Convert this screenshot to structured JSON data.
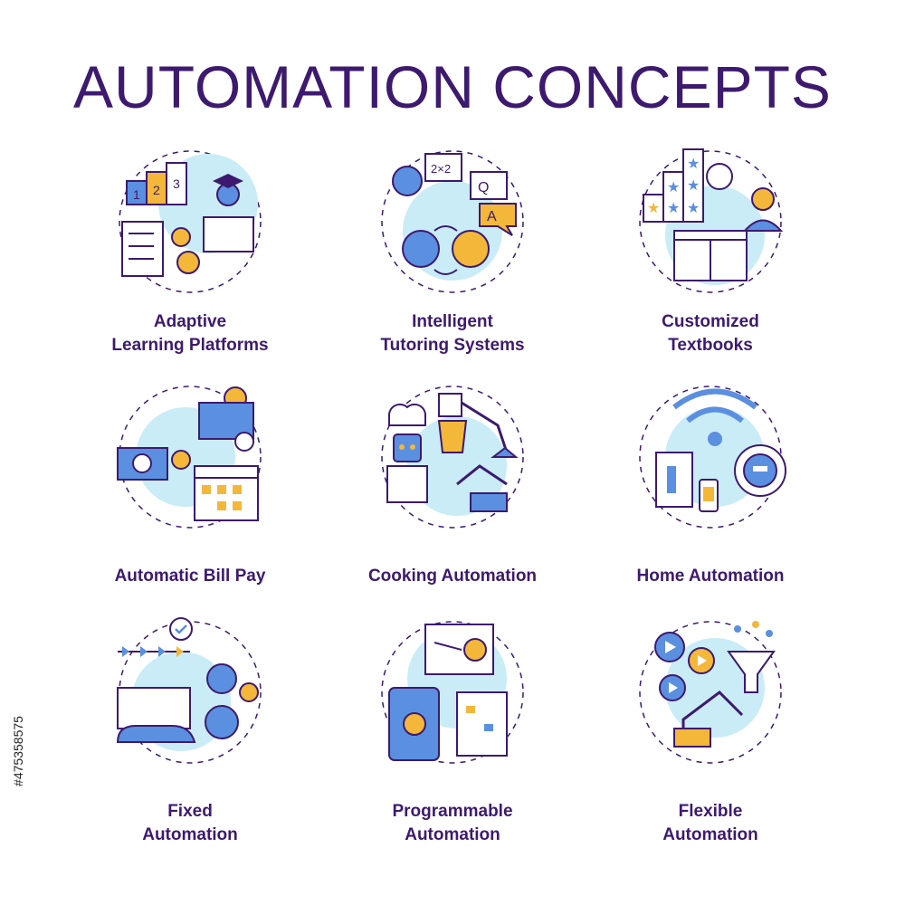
{
  "title": "AUTOMATION CONCEPTS",
  "stock_id": "#475358575",
  "colors": {
    "outline": "#3d1a6e",
    "accent_blue": "#5b8fe0",
    "accent_yellow": "#f3b73a",
    "circle": "#c9ecf7"
  },
  "items": [
    {
      "label": "Adaptive\nLearning Platforms",
      "icon": "adaptive-learning-icon"
    },
    {
      "label": "Intelligent\nTutoring Systems",
      "icon": "tutoring-systems-icon"
    },
    {
      "label": "Customized\nTextbooks",
      "icon": "customized-textbooks-icon"
    },
    {
      "label": "Automatic Bill Pay",
      "icon": "bill-pay-icon"
    },
    {
      "label": "Cooking Automation",
      "icon": "cooking-automation-icon"
    },
    {
      "label": "Home Automation",
      "icon": "home-automation-icon"
    },
    {
      "label": "Fixed\nAutomation",
      "icon": "fixed-automation-icon"
    },
    {
      "label": "Programmable\nAutomation",
      "icon": "programmable-automation-icon"
    },
    {
      "label": "Flexible\nAutomation",
      "icon": "flexible-automation-icon"
    }
  ]
}
